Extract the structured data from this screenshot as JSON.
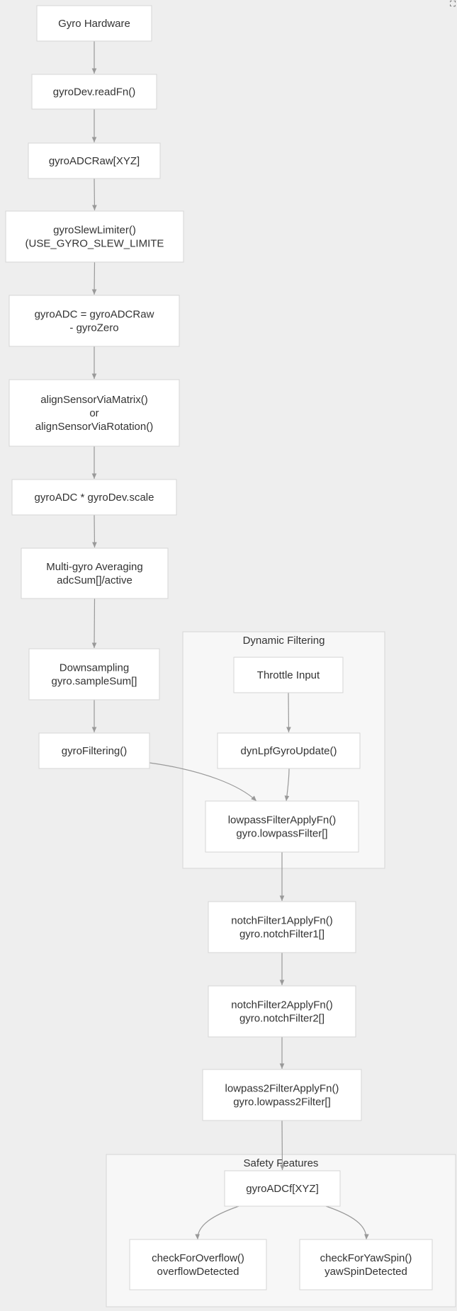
{
  "icons": {
    "expand": "expand-icon"
  },
  "clusters": [
    {
      "id": "dynamic",
      "title": "Dynamic Filtering"
    },
    {
      "id": "safety",
      "title": "Safety Features"
    }
  ],
  "nodes": [
    {
      "id": "gyro-hardware",
      "lines": [
        "Gyro Hardware"
      ]
    },
    {
      "id": "read-fn",
      "lines": [
        "gyroDev.readFn()"
      ]
    },
    {
      "id": "adc-raw",
      "lines": [
        "gyroADCRaw[XYZ]"
      ]
    },
    {
      "id": "slew-limiter",
      "lines": [
        "gyroSlewLimiter()",
        "(USE_GYRO_SLEW_LIMITE"
      ]
    },
    {
      "id": "zero-subtract",
      "lines": [
        "gyroADC = gyroADCRaw",
        "- gyroZero"
      ]
    },
    {
      "id": "align-sensor",
      "lines": [
        "alignSensorViaMatrix()",
        "or",
        "alignSensorViaRotation()"
      ]
    },
    {
      "id": "scale",
      "lines": [
        "gyroADC * gyroDev.scale"
      ]
    },
    {
      "id": "averaging",
      "lines": [
        "Multi-gyro Averaging",
        "adcSum[]/active"
      ]
    },
    {
      "id": "downsampling",
      "lines": [
        "Downsampling",
        "gyro.sampleSum[]"
      ]
    },
    {
      "id": "gyro-filtering",
      "lines": [
        "gyroFiltering()"
      ]
    },
    {
      "id": "throttle-input",
      "lines": [
        "Throttle Input"
      ]
    },
    {
      "id": "dyn-lpf-update",
      "lines": [
        "dynLpfGyroUpdate()"
      ]
    },
    {
      "id": "lowpass-apply",
      "lines": [
        "lowpassFilterApplyFn()",
        "gyro.lowpassFilter[]"
      ]
    },
    {
      "id": "notch1-apply",
      "lines": [
        "notchFilter1ApplyFn()",
        "gyro.notchFilter1[]"
      ]
    },
    {
      "id": "notch2-apply",
      "lines": [
        "notchFilter2ApplyFn()",
        "gyro.notchFilter2[]"
      ]
    },
    {
      "id": "lowpass2-apply",
      "lines": [
        "lowpass2FilterApplyFn()",
        "gyro.lowpass2Filter[]"
      ]
    },
    {
      "id": "adcf",
      "lines": [
        "gyroADCf[XYZ]"
      ]
    },
    {
      "id": "overflow",
      "lines": [
        "checkForOverflow()",
        "overflowDetected"
      ]
    },
    {
      "id": "yaw-spin",
      "lines": [
        "checkForYawSpin()",
        "yawSpinDetected"
      ]
    }
  ],
  "edges": [
    {
      "from": "gyro-hardware",
      "to": "read-fn"
    },
    {
      "from": "read-fn",
      "to": "adc-raw"
    },
    {
      "from": "adc-raw",
      "to": "slew-limiter"
    },
    {
      "from": "slew-limiter",
      "to": "zero-subtract"
    },
    {
      "from": "zero-subtract",
      "to": "align-sensor"
    },
    {
      "from": "align-sensor",
      "to": "scale"
    },
    {
      "from": "scale",
      "to": "averaging"
    },
    {
      "from": "averaging",
      "to": "downsampling"
    },
    {
      "from": "downsampling",
      "to": "gyro-filtering"
    },
    {
      "from": "gyro-filtering",
      "to": "lowpass-apply"
    },
    {
      "from": "throttle-input",
      "to": "dyn-lpf-update"
    },
    {
      "from": "dyn-lpf-update",
      "to": "lowpass-apply"
    },
    {
      "from": "lowpass-apply",
      "to": "notch1-apply"
    },
    {
      "from": "notch1-apply",
      "to": "notch2-apply"
    },
    {
      "from": "notch2-apply",
      "to": "lowpass2-apply"
    },
    {
      "from": "lowpass2-apply",
      "to": "adcf"
    },
    {
      "from": "adcf",
      "to": "overflow"
    },
    {
      "from": "adcf",
      "to": "yaw-spin"
    }
  ]
}
